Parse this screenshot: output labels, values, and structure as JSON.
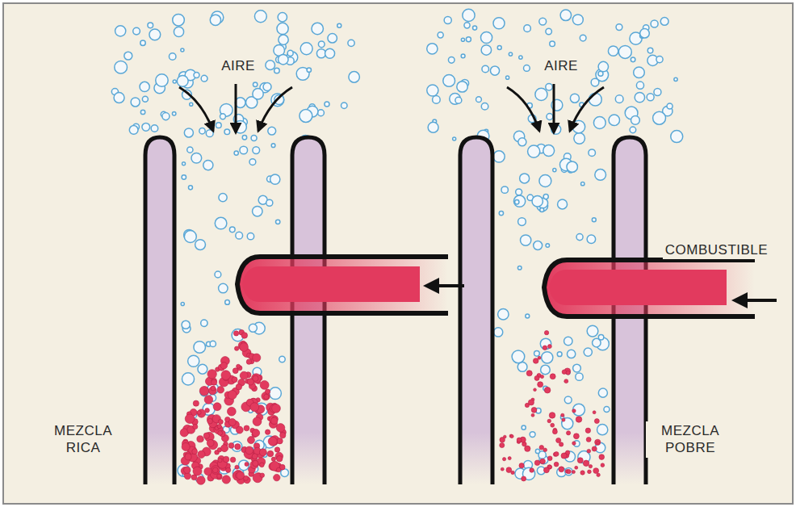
{
  "diagram": {
    "labels": [
      "AIRE",
      "AIRE",
      "COMBUSTIBLE",
      "MEZCLA RICA",
      "MEZCLA POBRE"
    ]
  }
}
